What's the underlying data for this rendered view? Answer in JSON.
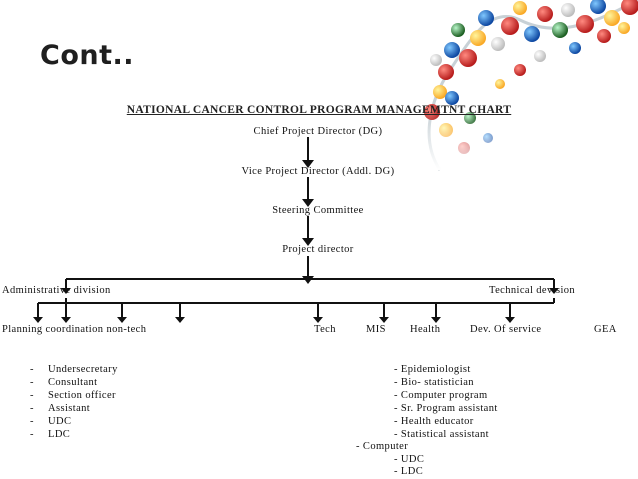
{
  "slide": {
    "title": "Cont..",
    "subtitle": "NATIONAL CANCER CONTROL PROGRAM MANAGEMTNT CHART"
  },
  "chart": {
    "levels": [
      "Chief Project Director (DG)",
      "Vice Project Director (Addl. DG)",
      "Steering Committee",
      "Project director"
    ],
    "admin_division": "Administrative division",
    "technical_division": "Technical devision",
    "admin_unit": "Planning coordination non-tech",
    "tech_units": [
      "Tech",
      "MIS",
      "Health",
      "Dev. Of service",
      "GEA"
    ]
  },
  "admin_staff": [
    "Undersecretary",
    "Consultant",
    "Section officer",
    "Assistant",
    "UDC",
    "LDC"
  ],
  "tech_staff": [
    "- Epidemiologist",
    "- Bio- statistician",
    "- Computer program",
    "- Sr. Program assistant",
    "- Health educator",
    "- Statistical assistant"
  ],
  "computer": {
    "label": "- Computer",
    "items": [
      "- UDC",
      "- LDC"
    ]
  },
  "dash": "-"
}
